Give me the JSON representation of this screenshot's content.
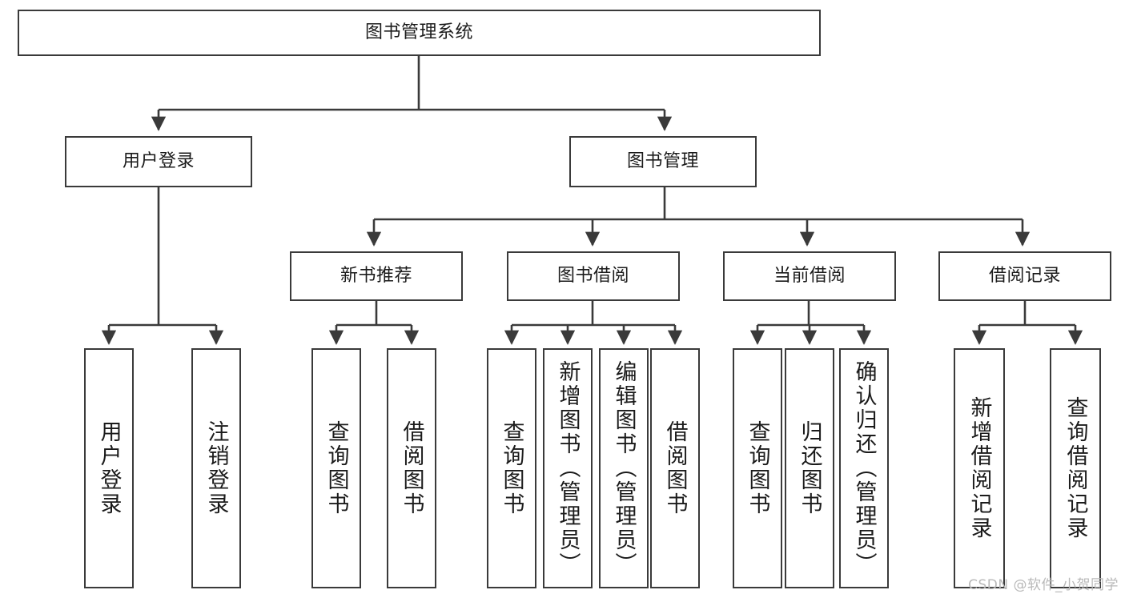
{
  "diagram": {
    "type": "tree-hierarchy",
    "title": "图书管理系统",
    "orientation": "top-down",
    "line_color": "#3a3a3a",
    "box_fill": "#ffffff",
    "root": {
      "id": "root",
      "label": "图书管理系统"
    },
    "level2": [
      {
        "id": "user-login",
        "label": "用户登录"
      },
      {
        "id": "book-manage",
        "label": "图书管理"
      }
    ],
    "level3": [
      {
        "id": "new-book-rec",
        "label": "新书推荐"
      },
      {
        "id": "book-borrow",
        "label": "图书借阅"
      },
      {
        "id": "current-borrow",
        "label": "当前借阅"
      },
      {
        "id": "borrow-record",
        "label": "借阅记录"
      }
    ],
    "leaves": {
      "user_login": [
        {
          "id": "leaf-user-login",
          "label": "用户登录"
        },
        {
          "id": "leaf-logout",
          "label": "注销登录"
        }
      ],
      "new_book_rec": [
        {
          "id": "leaf-query-book-1",
          "label": "查询图书"
        },
        {
          "id": "leaf-borrow-book-1",
          "label": "借阅图书"
        }
      ],
      "book_borrow": [
        {
          "id": "leaf-query-book-2",
          "label": "查询图书"
        },
        {
          "id": "leaf-add-book",
          "label": "新增图书（管理员）"
        },
        {
          "id": "leaf-edit-book",
          "label": "编辑图书（管理员）"
        },
        {
          "id": "leaf-borrow-book-2",
          "label": "借阅图书"
        }
      ],
      "current_borrow": [
        {
          "id": "leaf-query-book-3",
          "label": "查询图书"
        },
        {
          "id": "leaf-return-book",
          "label": "归还图书"
        },
        {
          "id": "leaf-confirm-return",
          "label": "确认归还（管理员）"
        }
      ],
      "borrow_record": [
        {
          "id": "leaf-add-record",
          "label": "新增借阅记录"
        },
        {
          "id": "leaf-query-record",
          "label": "查询借阅记录"
        }
      ]
    }
  },
  "watermark": {
    "text": "CSDN @软件_小贺同学"
  }
}
